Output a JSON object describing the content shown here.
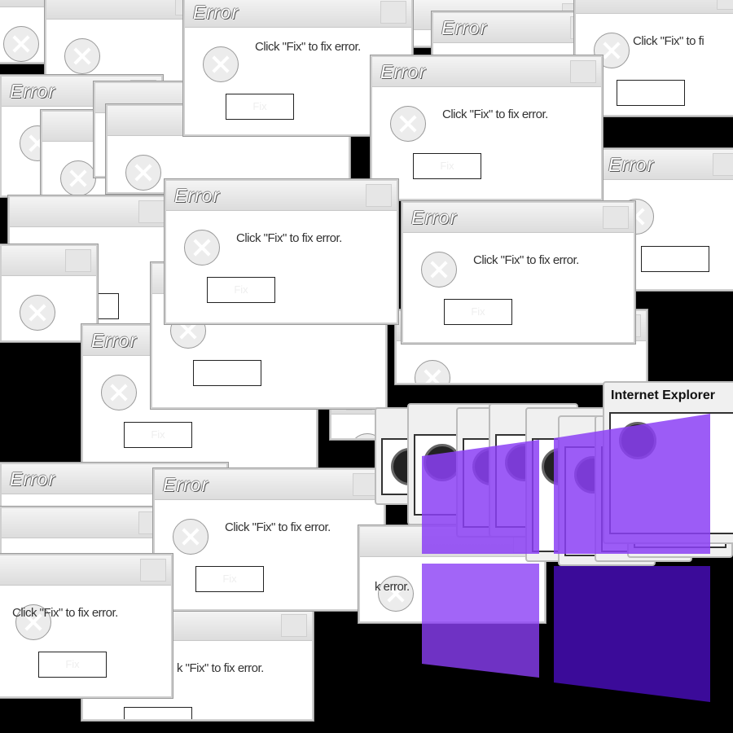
{
  "error_dialog": {
    "title": "Error",
    "message": "Click \"Fix\" to fix error.",
    "button_label": "Fix",
    "partial_message_left_cut": "k \"Fix\" to fix error.",
    "partial_message_error_only": "k error.",
    "partial_message_right_cut": "Click \"Fix\" to fi"
  },
  "ie_dialog": {
    "title": "Internet Explorer"
  },
  "windows_logo": {
    "color_top": "#8b3ff5",
    "color_bottom": "#3b0b99"
  }
}
